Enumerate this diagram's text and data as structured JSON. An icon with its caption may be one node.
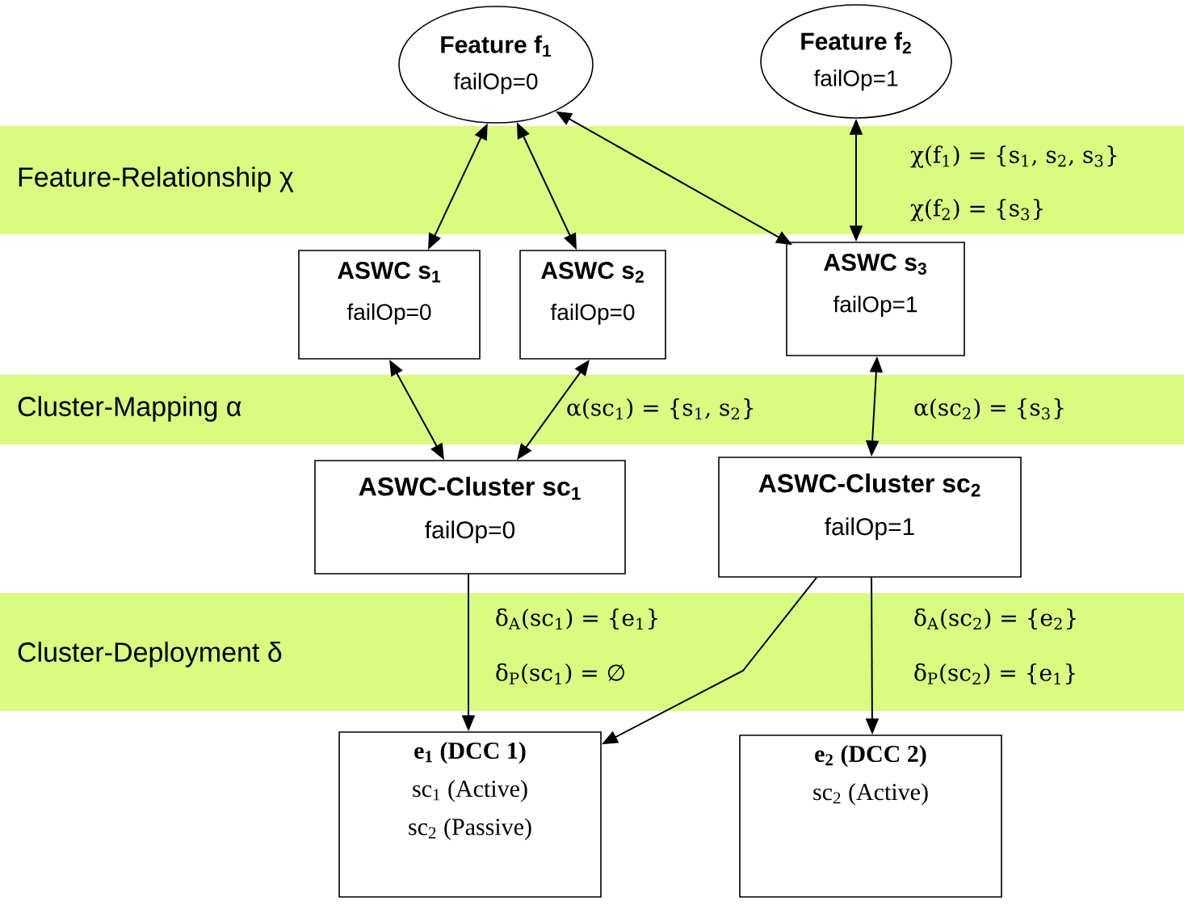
{
  "diagram": {
    "nodes": [
      {
        "text": [
          "Feature f$_{1}$",
          "failOp=0"
        ]
      },
      {
        "text": [
          "Feature f$_{2}$",
          "failOp=1"
        ]
      },
      {
        "text": [
          "ASWC s$_{1}$",
          "failOp=0"
        ]
      },
      {
        "text": [
          "ASWC s$_{2}$",
          "failOp=0"
        ]
      },
      {
        "text": [
          "ASWC s$_{3}$",
          "failOp=1"
        ]
      },
      {
        "text": [
          "ASWC-Cluster sc$_{1}$",
          "failOp=0"
        ]
      },
      {
        "text": [
          "ASWC-Cluster sc$_{2}$",
          "failOp=1"
        ]
      },
      {
        "text": [
          "e$_{1}$ (DCC 1)",
          "sc$_{1}$ (Active)",
          "sc$_{2}$ (Passive)"
        ]
      },
      {
        "text": [
          "e$_{2}$ (DCC 2)",
          "sc$_{2}$ (Active)"
        ]
      }
    ],
    "edges": [
      {
        "from": 0,
        "to": 2,
        "arrow": "both"
      },
      {
        "from": 0,
        "to": 3,
        "arrow": "both"
      },
      {
        "from": 0,
        "to": 4,
        "arrow": "both"
      },
      {
        "from": 1,
        "to": 4,
        "arrow": "both"
      },
      {
        "from": 2,
        "to": 5,
        "arrow": "both"
      },
      {
        "from": 3,
        "to": 5,
        "arrow": "both"
      },
      {
        "from": 4,
        "to": 6,
        "arrow": "both"
      },
      {
        "from": 5,
        "to": 7,
        "arrow": "to"
      },
      {
        "from": 6,
        "to": 7,
        "arrow": "to"
      },
      {
        "from": 6,
        "to": 8,
        "arrow": "to"
      }
    ],
    "labels": [
      "Feature-Relationship χ",
      "χ(f$_{1}$) = {s$_{1}$, s$_{2}$, s$_{3}$}",
      "χ(f$_{2}$) = {s$_{3}$}",
      "Cluster-Mapping α",
      "α(sc$_{1}$) = {s$_{1}$, s$_{2}$}",
      "α(sc$_{2}$) = {s$_{3}$}",
      "Cluster-Deployment δ",
      "δ$_{A}$(sc$_{1}$) = {e$_{1}$}",
      "δ$_{A}$(sc$_{2}$) = {e$_{2}$}",
      "δ$_{P}$(sc$_{1}$) = ∅",
      "δ$_{P}$(sc$_{2}$) = {e$_{1}$}"
    ]
  }
}
